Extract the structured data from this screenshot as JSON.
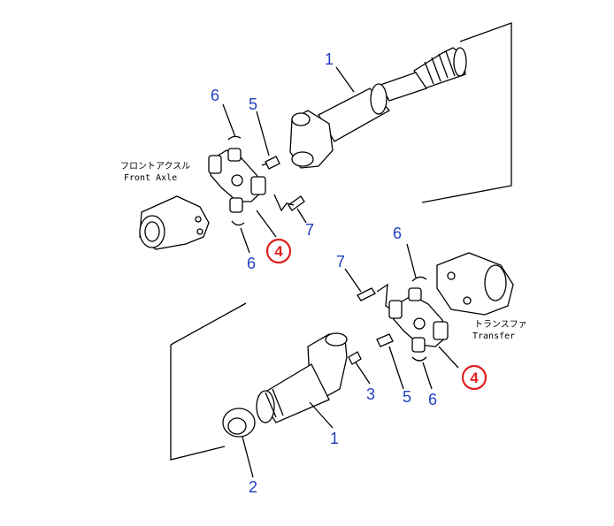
{
  "colors": {
    "callout": "#1f3fbf",
    "highlight": "#e02020",
    "line": "#000000",
    "background": "#ffffff"
  },
  "labels": {
    "front_axle_jp": "フロントアクスル",
    "front_axle_en": "Front Axle",
    "transfer_jp": "トランスファ",
    "transfer_en": "Transfer"
  },
  "callouts": {
    "c1_top": "1",
    "c6_top_a": "6",
    "c5_top": "5",
    "c4_top": "4",
    "c7_top": "7",
    "c6_top_b": "6",
    "c6_mid": "6",
    "c7_mid": "7",
    "c3": "3",
    "c5_mid": "5",
    "c6_mid_b": "6",
    "c4_mid": "4",
    "c1_bottom": "1",
    "c2": "2"
  }
}
